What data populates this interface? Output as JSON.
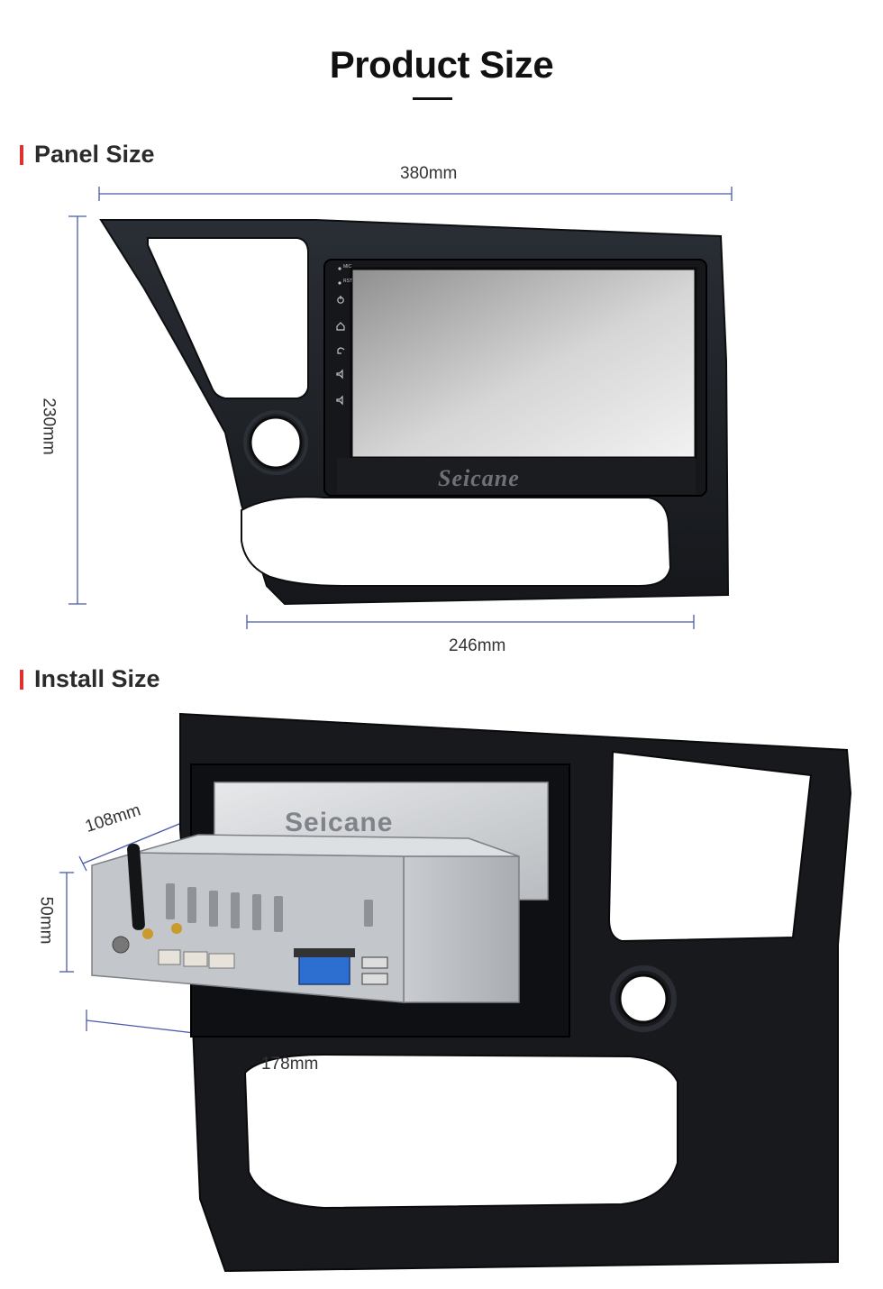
{
  "page": {
    "title": "Product Size"
  },
  "sections": {
    "panel": {
      "heading": "Panel Size",
      "dims": {
        "width_top": "380mm",
        "height_left": "230mm",
        "width_bottom": "246mm"
      },
      "brand": "Seicane",
      "button_labels": [
        "MIC",
        "RST"
      ]
    },
    "install": {
      "heading": "Install Size",
      "dims": {
        "depth": "108mm",
        "height": "50mm",
        "width": "178mm"
      },
      "brand": "Seicane"
    }
  },
  "colors": {
    "accent": "#e03131",
    "dimension_line": "#4a5aa8",
    "panel": "#1c1f24"
  }
}
